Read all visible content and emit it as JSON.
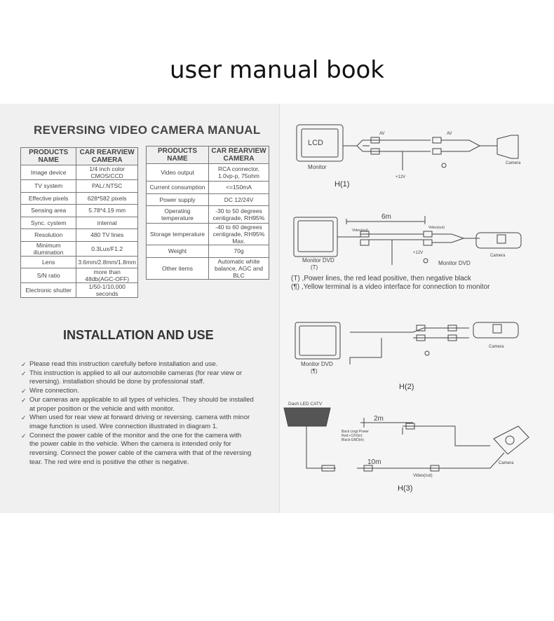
{
  "heading": "user manual book",
  "manual_title": "REVERSING VIDEO CAMERA MANUAL",
  "spec_table_left": {
    "headers": [
      "PRODUCTS NAME",
      "CAR REARVIEW CAMERA"
    ],
    "rows": [
      [
        "Image device",
        "1/4 inch color CMOS/CCD"
      ],
      [
        "TV system",
        "PAL/.NTSC"
      ],
      [
        "Effective pixels",
        "628*582 pixels"
      ],
      [
        "Sensing area",
        "5.78*4.19 mm"
      ],
      [
        "Sync. cystem",
        "internal"
      ],
      [
        "Resolution",
        "480 TV lines"
      ],
      [
        "Minimum illumination",
        "0.3Lux/F1.2"
      ],
      [
        "Lens",
        "3.6mm/2.8mm/1.8mm"
      ],
      [
        "S/N ratio",
        "more than 48db(AGC-OFF)"
      ],
      [
        "Electronic shutter",
        "1/50-1/10,000 seconds"
      ]
    ]
  },
  "spec_table_right": {
    "headers": [
      "PRODUCTS NAME",
      "CAR REARVIEW CAMERA"
    ],
    "rows": [
      [
        "Video output",
        "RCA connector, 1.0vp-p, 75ohm"
      ],
      [
        "Current consumption",
        "<=150mA"
      ],
      [
        "Power supply",
        "DC 12/24V"
      ],
      [
        "Operating temperature",
        "-30 to 50 degrees centigrade, RH95%"
      ],
      [
        "Storage temperature",
        "-40 to 60 degrees centigrade, RH95% Max."
      ],
      [
        "Weight",
        "70g"
      ],
      [
        "Other items",
        "Automatic white balance, AGC and BLC"
      ]
    ]
  },
  "install_title": "INSTALLATION AND USE",
  "instructions": [
    {
      "mark": "✓",
      "lines": [
        "Please read this instruction carefully before installation and use."
      ]
    },
    {
      "mark": "✓",
      "lines": [
        "This instruction is applied to all our automobile cameras (for rear view or",
        "reversing). installation should be done by professional staff."
      ]
    },
    {
      "mark": "✓",
      "lines": [
        "Wire connection."
      ]
    },
    {
      "mark": "✓",
      "lines": [
        "Our cameras are applicable to all types of vehicles. They should be installed",
        "at proper position or the vehicle and with monitor."
      ]
    },
    {
      "mark": "✓",
      "lines": [
        "When used for rear view at forward driving or reversing. camera with minor",
        "image function is used. Wire connection illustrated in diagram 1."
      ]
    },
    {
      "mark": "✓",
      "lines": [
        "Connect the power cable of the monitor and the one for the camera with",
        "the power cable in the vehicle. When the camera is intended only for",
        "reversing. Connect the power cable of the camera with that of the reversing",
        "tear. The red wire end is positive the other is negative."
      ]
    }
  ],
  "diagram1": {
    "lcd": "LCD",
    "monitor": "Monitor",
    "camera": "Camera",
    "av_left": "AV",
    "av_right": "AV",
    "volt": "+12V",
    "label": "H(1)"
  },
  "diagram2": {
    "distance": "6m",
    "video_out_left": "Video(out)",
    "video_out_right": "Video(out)",
    "monitor": "Monitor DVD",
    "monitor_sub": "(T)",
    "monitor_right": "Monitor DVD",
    "camera": "Camera",
    "volt": "+12V",
    "note1": "(T) ,Power lines, the red lead positive, then negative black",
    "note2": "(¶) ,Yellow terminal is a video interface for connection to monitor"
  },
  "diagram3": {
    "monitor": "Monitor DVD",
    "monitor_sub": "(¶)",
    "camera": "Camera",
    "label": "H(2)"
  },
  "diagram4": {
    "dash": "Dash LED CATV",
    "distance_short": "2m",
    "distance_long": "10m",
    "power1": "Back Lingt Power",
    "power2": "Red:+12V(in)",
    "power3": "Black:GND(in)",
    "video_out": "Video(out)",
    "camera": "Camera",
    "label": "H(3)"
  },
  "colors": {
    "ink": "#444444",
    "page": "#f2f2f2",
    "heading": "#111111"
  }
}
